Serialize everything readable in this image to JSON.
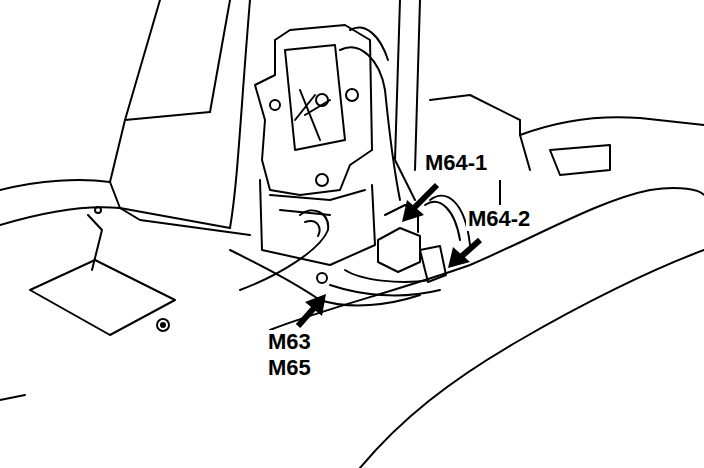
{
  "diagram": {
    "labels": [
      "M64-1",
      "M64-2",
      "M63",
      "M65"
    ]
  }
}
